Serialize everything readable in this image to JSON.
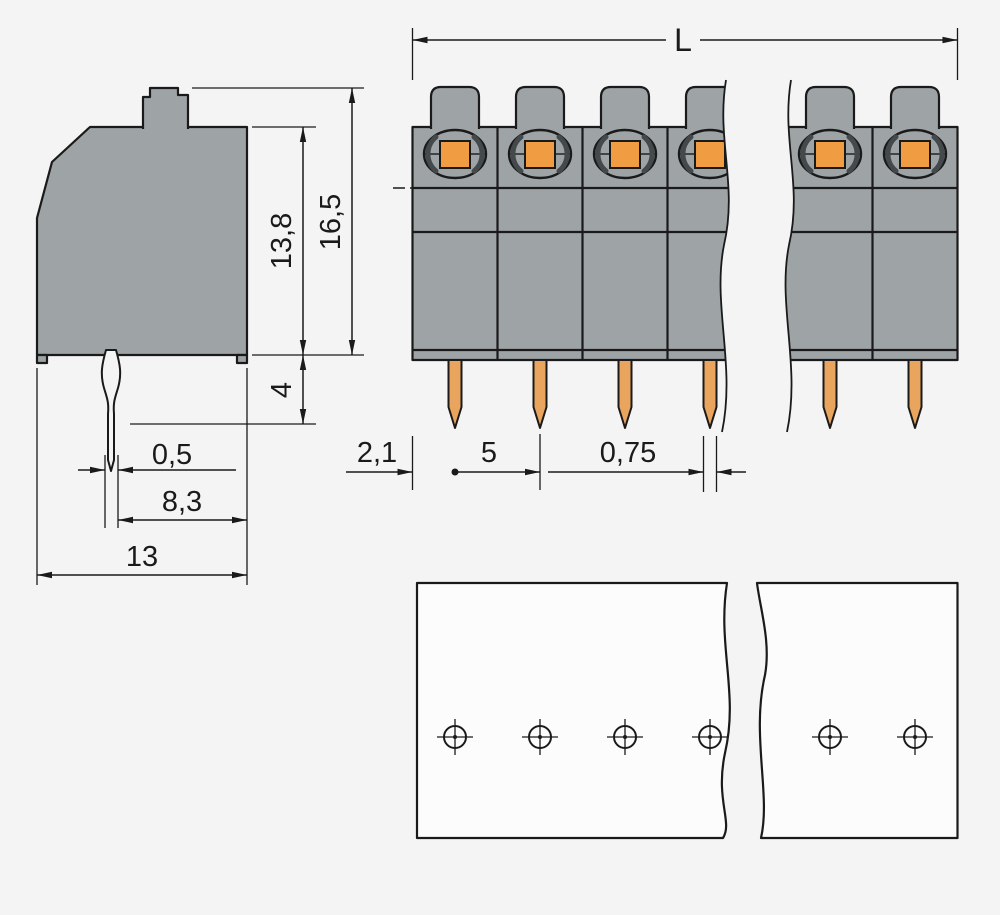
{
  "colors": {
    "background": "#f4f4f5",
    "paper": "#fcfcfd",
    "body": "#9ea3a6",
    "dark": "#44494c",
    "orange": "#f09c42",
    "pin": "#e9a55e",
    "line": "#1a1a1a"
  },
  "dims": {
    "total_length": "L",
    "housing_height": "13,8",
    "total_height": "16,5",
    "pin_protrusion": "4",
    "pin_width_side": "0,5",
    "pin_to_edge": "8,3",
    "total_depth": "13",
    "edge_to_first_pole": "2,1",
    "pole_pitch": "5",
    "pin_width_front": "0,75"
  }
}
